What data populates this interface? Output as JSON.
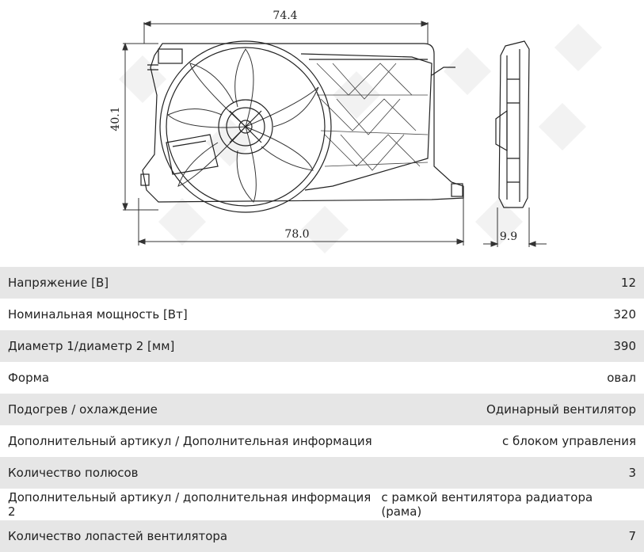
{
  "dimensions": {
    "width_top": "74.4",
    "height_left": "40.1",
    "width_bottom": "78.0",
    "depth_side": "9.9"
  },
  "specs": [
    {
      "label": "Напряжение [В]",
      "value": "12"
    },
    {
      "label": "Номинальная мощность [Вт]",
      "value": "320"
    },
    {
      "label": "Диаметр 1/диаметр 2 [мм]",
      "value": "390"
    },
    {
      "label": "Форма",
      "value": "овал"
    },
    {
      "label": "Подогрев / охлаждение",
      "value": "Одинарный вентилятор"
    },
    {
      "label": "Дополнительный артикул / Дополнительная информация",
      "value": "с блоком управления"
    },
    {
      "label": "Количество полюсов",
      "value": "3"
    },
    {
      "label": "Дополнительный артикул / дополнительная информация 2",
      "value": "с рамкой вентилятора радиатора (рама)"
    },
    {
      "label": "Количество лопастей вентилятора",
      "value": "7"
    }
  ]
}
